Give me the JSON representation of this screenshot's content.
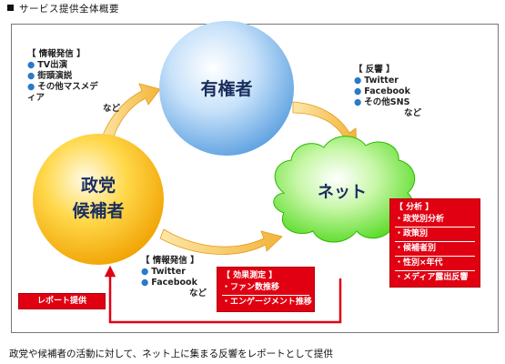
{
  "header": {
    "title": "サービス提供全体概要"
  },
  "nodes": {
    "voters": "有権者",
    "net": "ネット",
    "party_line1": "政党",
    "party_line2": "候補者"
  },
  "box_top_left": {
    "title": "【 情報発信 】",
    "items": [
      "TV出演",
      "街頭演説",
      "その他マスメディア"
    ],
    "tail": "など"
  },
  "box_top_right": {
    "title": "【 反響 】",
    "items": [
      "Twitter",
      "Facebook",
      "その他SNS"
    ],
    "tail": "など"
  },
  "box_bottom": {
    "title": "【 情報発信 】",
    "items": [
      "Twitter",
      "Facebook"
    ],
    "tail": "など"
  },
  "analysis": {
    "title": "【 分析 】",
    "items": [
      "政党別分析",
      "政策別",
      "候補者別",
      "性別×年代",
      "メディア露出反響"
    ]
  },
  "effect": {
    "title": "【 効果測定 】",
    "items": [
      "ファン数推移",
      "エンゲージメント推移"
    ]
  },
  "report": {
    "label": "レポート提供"
  },
  "footer": {
    "text": "政党や候補者の活動に対して、ネット上に集まる反響をレポートとして提供"
  },
  "colors": {
    "red": "#e00012",
    "arrow_orange": "#f2b233",
    "bullet_blue": "#2a7ac8",
    "cloud_green": "#55dd22",
    "voters_blue": "#7fb8ec",
    "party_yellow": "#f5b100"
  }
}
